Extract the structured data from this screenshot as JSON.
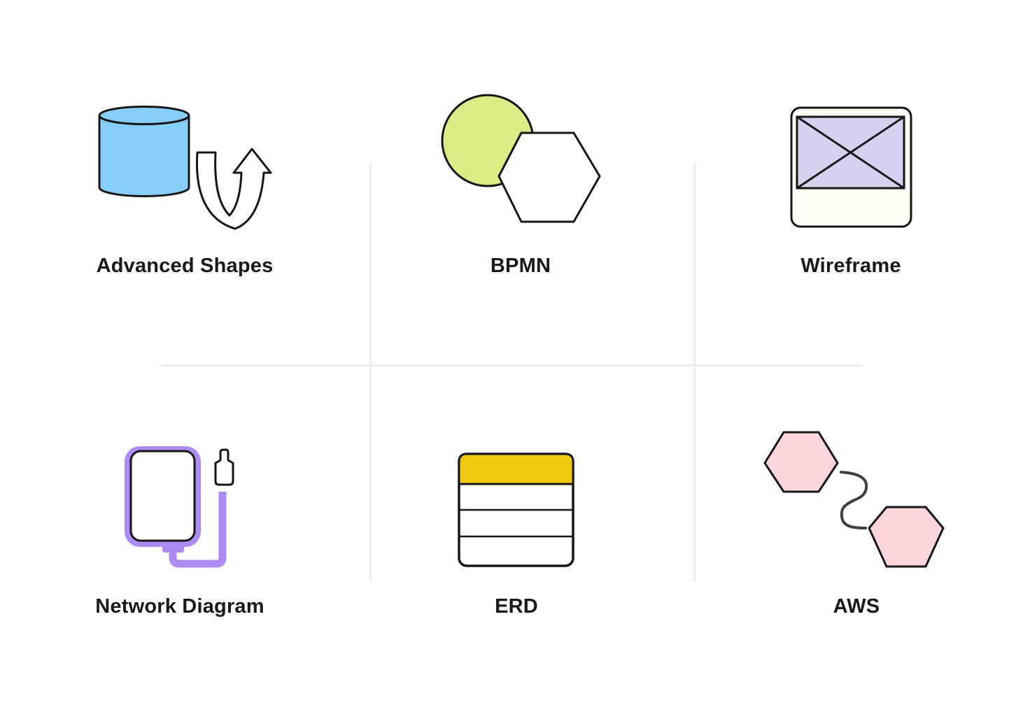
{
  "theme": {
    "background": "#ffffff",
    "divider": "#ecefec",
    "outline": "#161616",
    "text": "#191919",
    "white": "#ffffff",
    "blue": "#87cffa",
    "green": "#d9ec86",
    "lavender": "#d7d1f0",
    "cream": "#fcfbf4",
    "purple": "#ad8bf2",
    "yellow": "#f0ca10",
    "pink": "#fbd5d9",
    "connector": "#3f3f3f"
  },
  "cells": [
    {
      "label": "Advanced Shapes",
      "icon": "cylinder-with-uturn-arrow"
    },
    {
      "label": "BPMN",
      "icon": "circle-overlapping-hexagon"
    },
    {
      "label": "Wireframe",
      "icon": "image-placeholder-card"
    },
    {
      "label": "Network Diagram",
      "icon": "device-with-cable-and-usb"
    },
    {
      "label": "ERD",
      "icon": "entity-table"
    },
    {
      "label": "AWS",
      "icon": "two-hexagons-linked"
    }
  ]
}
